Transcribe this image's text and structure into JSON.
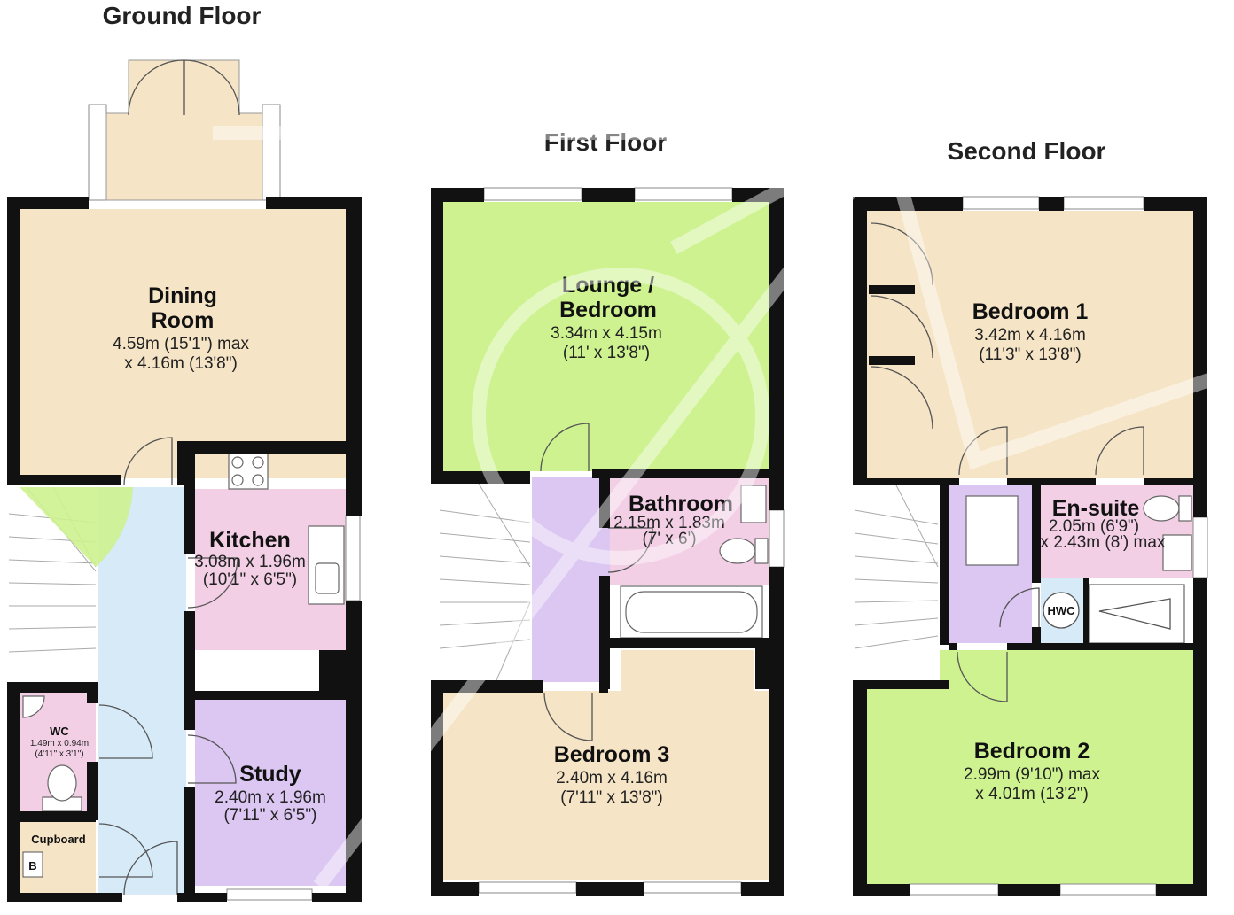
{
  "floors": {
    "ground": {
      "title": "Ground Floor",
      "dining": {
        "name1": "Dining",
        "name2": "Room",
        "dim1": "4.59m (15'1\") max",
        "dim2": "x 4.16m (13'8\")"
      },
      "kitchen": {
        "name": "Kitchen",
        "dim1": "3.08m x 1.96m",
        "dim2": "(10'1\" x 6'5\")"
      },
      "wc": {
        "name": "WC",
        "dim1": "1.49m x 0.94m",
        "dim2": "(4'11\" x 3'1\")"
      },
      "study": {
        "name": "Study",
        "dim1": "2.40m x 1.96m",
        "dim2": "(7'11\" x 6'5\")"
      },
      "cupboard": {
        "name": "Cupboard",
        "label_b": "B"
      }
    },
    "first": {
      "title": "First Floor",
      "lounge": {
        "name1": "Lounge /",
        "name2": "Bedroom",
        "dim1": "3.34m x 4.15m",
        "dim2": "(11' x 13'8\")"
      },
      "bathroom": {
        "name": "Bathroom",
        "dim1": "2.15m x 1.83m",
        "dim2": "(7' x 6')"
      },
      "bedroom3": {
        "name": "Bedroom 3",
        "dim1": "2.40m x 4.16m",
        "dim2": "(7'11\" x 13'8\")"
      }
    },
    "second": {
      "title": "Second Floor",
      "bedroom1": {
        "name": "Bedroom 1",
        "dim1": "3.42m x 4.16m",
        "dim2": "(11'3\" x 13'8\")"
      },
      "ensuite": {
        "name": "En-suite",
        "dim1": "2.05m (6'9\")",
        "dim2": "x 2.43m (8') max"
      },
      "hwc": {
        "name": "HWC"
      },
      "bedroom2": {
        "name": "Bedroom 2",
        "dim1": "2.99m (9'10\") max",
        "dim2": "x 4.01m (13'2\")"
      }
    }
  },
  "colors": {
    "peach": "#f5e4c5",
    "green": "#cdf28f",
    "pink": "#f3cfe6",
    "lilac": "#dcc6f2",
    "blue": "#d6eaf8",
    "wall": "#111111"
  },
  "watermark": "logo-watermark"
}
